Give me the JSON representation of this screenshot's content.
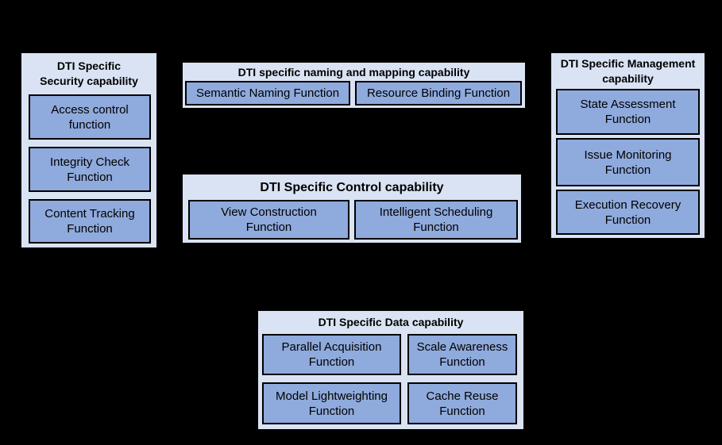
{
  "colors": {
    "background": "#000000",
    "capability_fill": "#dae3f3",
    "function_fill": "#8faadc",
    "border": "#000000",
    "text": "#000000"
  },
  "capabilities": {
    "security": {
      "title": "DTI Specific\nSecurity capability",
      "functions": [
        {
          "label": "Access control\nfunction"
        },
        {
          "label": "Integrity Check\nFunction"
        },
        {
          "label": "Content Tracking\nFunction"
        }
      ]
    },
    "naming": {
      "title": "DTI specific naming and mapping capability",
      "functions": [
        {
          "label": "Semantic Naming Function"
        },
        {
          "label": "Resource Binding Function"
        }
      ]
    },
    "management": {
      "title": "DTI Specific Management\ncapability",
      "functions": [
        {
          "label": "State Assessment\nFunction"
        },
        {
          "label": "Issue Monitoring\nFunction"
        },
        {
          "label": "Execution Recovery\nFunction"
        }
      ]
    },
    "control": {
      "title": "DTI Specific Control capability",
      "functions": [
        {
          "label": "View Construction\nFunction"
        },
        {
          "label": "Intelligent Scheduling\nFunction"
        }
      ]
    },
    "data": {
      "title": "DTI Specific Data capability",
      "functions": [
        {
          "label": "Parallel Acquisition\nFunction"
        },
        {
          "label": "Scale Awareness\nFunction"
        },
        {
          "label": "Model Lightweighting\nFunction"
        },
        {
          "label": "Cache Reuse\nFunction"
        }
      ]
    }
  }
}
